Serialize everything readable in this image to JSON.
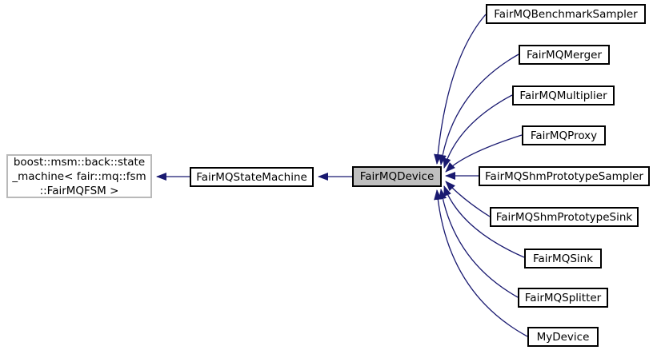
{
  "diagram": {
    "type": "class-inheritance-graph",
    "colors": {
      "edge": "#191970",
      "node_border": "#000000",
      "external_node_border": "#b9b9b9",
      "highlighted_node_fill": "#bfbfbf",
      "node_fill": "#ffffff",
      "text": "#000000",
      "background": "#ffffff"
    },
    "nodes": [
      {
        "id": "boost-msm-state-machine",
        "label": "boost::msm::back::state\n_machine< fair::mq::fsm\n::FairMQFSM >",
        "kind": "external"
      },
      {
        "id": "fairmq-state-machine",
        "label": "FairMQStateMachine",
        "kind": "normal"
      },
      {
        "id": "fairmq-device",
        "label": "FairMQDevice",
        "kind": "highlighted"
      },
      {
        "id": "fairmq-benchmark-sampler",
        "label": "FairMQBenchmarkSampler",
        "kind": "normal"
      },
      {
        "id": "fairmq-merger",
        "label": "FairMQMerger",
        "kind": "normal"
      },
      {
        "id": "fairmq-multiplier",
        "label": "FairMQMultiplier",
        "kind": "normal"
      },
      {
        "id": "fairmq-proxy",
        "label": "FairMQProxy",
        "kind": "normal"
      },
      {
        "id": "fairmq-shm-prototype-sampler",
        "label": "FairMQShmPrototypeSampler",
        "kind": "normal"
      },
      {
        "id": "fairmq-shm-prototype-sink",
        "label": "FairMQShmPrototypeSink",
        "kind": "normal"
      },
      {
        "id": "fairmq-sink",
        "label": "FairMQSink",
        "kind": "normal"
      },
      {
        "id": "fairmq-splitter",
        "label": "FairMQSplitter",
        "kind": "normal"
      },
      {
        "id": "my-device",
        "label": "MyDevice",
        "kind": "normal"
      }
    ],
    "edges": [
      {
        "from": "FairMQStateMachine",
        "to": "boost::msm::back::state_machine< fair::mq::fsm::FairMQFSM >"
      },
      {
        "from": "FairMQDevice",
        "to": "FairMQStateMachine"
      },
      {
        "from": "FairMQBenchmarkSampler",
        "to": "FairMQDevice"
      },
      {
        "from": "FairMQMerger",
        "to": "FairMQDevice"
      },
      {
        "from": "FairMQMultiplier",
        "to": "FairMQDevice"
      },
      {
        "from": "FairMQProxy",
        "to": "FairMQDevice"
      },
      {
        "from": "FairMQShmPrototypeSampler",
        "to": "FairMQDevice"
      },
      {
        "from": "FairMQShmPrototypeSink",
        "to": "FairMQDevice"
      },
      {
        "from": "FairMQSink",
        "to": "FairMQDevice"
      },
      {
        "from": "FairMQSplitter",
        "to": "FairMQDevice"
      },
      {
        "from": "MyDevice",
        "to": "FairMQDevice"
      }
    ]
  }
}
